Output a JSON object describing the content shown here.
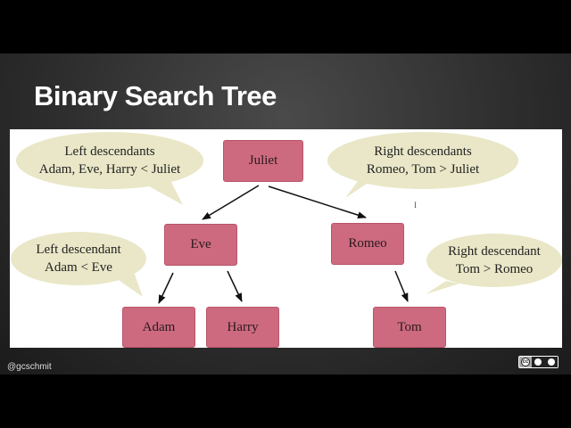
{
  "slide": {
    "title": "Binary Search Tree",
    "handle": "@gcschmit"
  },
  "tree": {
    "nodes": {
      "juliet": "Juliet",
      "eve": "Eve",
      "romeo": "Romeo",
      "adam": "Adam",
      "harry": "Harry",
      "tom": "Tom"
    },
    "edges": [
      [
        "juliet",
        "eve"
      ],
      [
        "juliet",
        "romeo"
      ],
      [
        "eve",
        "adam"
      ],
      [
        "eve",
        "harry"
      ],
      [
        "romeo",
        "tom"
      ]
    ]
  },
  "callouts": {
    "left_desc": {
      "line1": "Left descendants",
      "line2": "Adam, Eve, Harry < Juliet"
    },
    "right_desc": {
      "line1": "Right descendants",
      "line2": "Romeo, Tom > Juliet"
    },
    "left_single": {
      "line1": "Left descendant",
      "line2": "Adam < Eve"
    },
    "right_single": {
      "line1": "Right descendant",
      "line2": "Tom > Romeo"
    }
  },
  "colors": {
    "node_fill": "#cd6a7f",
    "bubble_fill": "#e9e7c7"
  },
  "icons": {
    "license": "creative-commons-by-nc-icon"
  }
}
